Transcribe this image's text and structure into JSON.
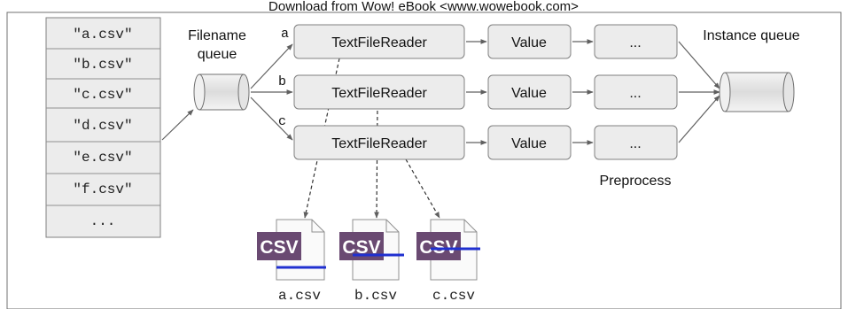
{
  "header": {
    "watermark": "Download from Wow! eBook <www.wowebook.com>"
  },
  "file_list": {
    "items": [
      "\"a.csv\"",
      "\"b.csv\"",
      "\"c.csv\"",
      "\"d.csv\"",
      "\"e.csv\"",
      "\"f.csv\"",
      "..."
    ]
  },
  "filename_queue": {
    "label_line1": "Filename",
    "label_line2": "queue"
  },
  "branches": [
    "a",
    "b",
    "c"
  ],
  "readers": [
    {
      "label": "TextFileReader",
      "value": "Value",
      "next": "..."
    },
    {
      "label": "TextFileReader",
      "value": "Value",
      "next": "..."
    },
    {
      "label": "TextFileReader",
      "value": "Value",
      "next": "..."
    }
  ],
  "instance_queue": {
    "label": "Instance queue"
  },
  "preprocess": {
    "label": "Preprocess"
  },
  "csv_files": [
    {
      "icon_text": "CSV",
      "filename": "a.csv"
    },
    {
      "icon_text": "CSV",
      "filename": "b.csv"
    },
    {
      "icon_text": "CSV",
      "filename": "c.csv"
    }
  ],
  "colors": {
    "box_fill": "#ececec",
    "box_stroke": "#808080",
    "csv_badge": "#6a4a72",
    "csv_line": "#2030d0",
    "arrow": "#606060"
  }
}
